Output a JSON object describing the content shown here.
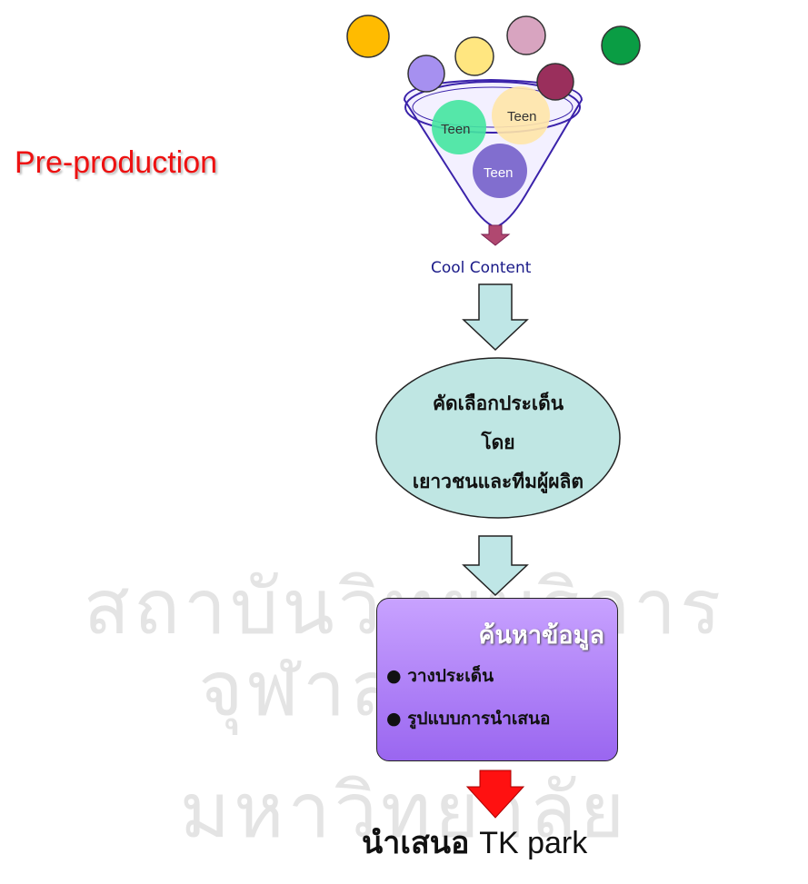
{
  "watermark": {
    "line1": "สถาบันวิทยบริการ",
    "line2": "จุฬาลงกรณ์มหาวิทยาลัย"
  },
  "stage_label": "Pre-production",
  "funnel": {
    "circle_labels": [
      "Teen",
      "Teen",
      "Teen"
    ],
    "output_label": "Cool Content"
  },
  "selection_ellipse": {
    "lines": [
      "คัดเลือกประเด็น",
      "โดย",
      "เยาวชนและทีมผู้ผลิต"
    ]
  },
  "research_box": {
    "title": "ค้นหาข้อมูล",
    "bullets": [
      "วางประเด็น",
      "รูปแบบการนำเสนอ"
    ]
  },
  "final": {
    "thai": "นำเสนอ",
    "english": "TK park"
  },
  "colors": {
    "stage_label": "#ee1111",
    "arrow_fill": "#bfe6e6",
    "ellipse_fill": "#bfe6e3",
    "box_fill": "#a77cf5",
    "final_arrow": "#ff1111"
  }
}
